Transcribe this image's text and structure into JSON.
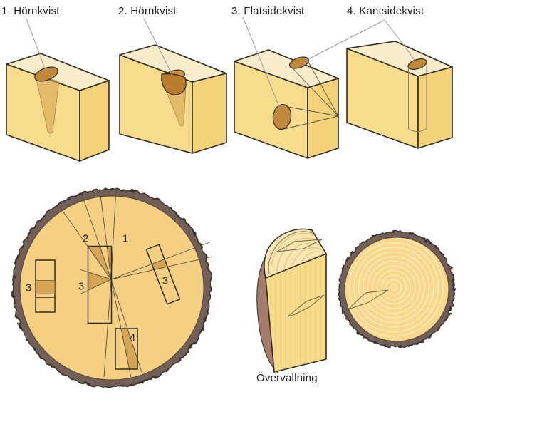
{
  "labels": [
    {
      "text": "1. Hörnkvist"
    },
    {
      "text": "2. Hörnkvist"
    },
    {
      "text": "3. Flatsidekvist"
    },
    {
      "text": "4. Kantsidekvist"
    }
  ],
  "log_section_numbers": {
    "center_board_left_cone": "2",
    "center_board_right_cone": "1",
    "center_board_side_cone": "3",
    "left_board": "3",
    "right_board": "3",
    "bottom_board": "4"
  },
  "overgrowth_caption": "Övervallning",
  "colors": {
    "block_front": "#f8dc8d",
    "block_top": "#f8ecca",
    "block_side": "#f3d27a",
    "knot": "#c1883b",
    "knot_light": "#ca9448",
    "knot_dark": "#b97d2f",
    "cone": "#cf9e4e",
    "outline": "#2e2a24",
    "leader": "#9a9a9a",
    "coneline": "#57503f",
    "wood": "#f5d083",
    "log_cone": "#d2a050",
    "bark": "#715e58",
    "bark_face": "#a57b6c",
    "wood2": "#f8d88d",
    "ring": "#fdecc2",
    "lens": "#6f6446",
    "grain": "#e4bd66",
    "slab_top": "#f7e5b2",
    "slab_arc": "#d9b267",
    "text": "#1c1c1c"
  }
}
